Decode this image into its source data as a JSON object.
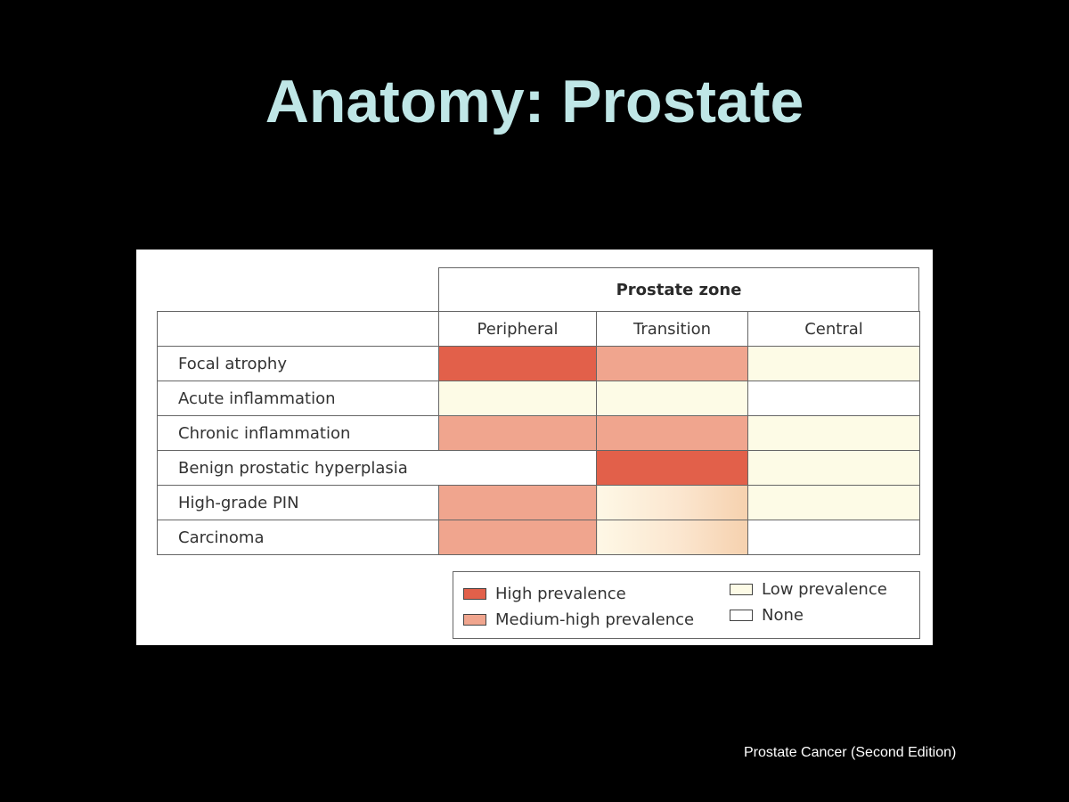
{
  "slide": {
    "title": "Anatomy: Prostate",
    "caption": "Prostate Cancer (Second Edition)"
  },
  "table": {
    "header": "Prostate zone",
    "zones": [
      "Peripheral",
      "Transition",
      "Central"
    ],
    "rows": [
      {
        "label": "Focal atrophy",
        "levels": [
          "high",
          "medium-high",
          "low"
        ]
      },
      {
        "label": "Acute inflammation",
        "levels": [
          "low",
          "low",
          "none"
        ]
      },
      {
        "label": "Chronic inflammation",
        "levels": [
          "medium-high",
          "medium-high",
          "low"
        ]
      },
      {
        "label": "Benign prostatic hyperplasia",
        "levels": [
          "none",
          "high",
          "low"
        ]
      },
      {
        "label": "High-grade PIN",
        "levels": [
          "medium-high",
          "low-gradient",
          "low"
        ]
      },
      {
        "label": "Carcinoma",
        "levels": [
          "medium-high",
          "low-gradient",
          "none"
        ]
      }
    ]
  },
  "legend": {
    "high": "High prevalence",
    "medium_high": "Medium-high prevalence",
    "low": "Low prevalence",
    "none": "None"
  },
  "colors": {
    "high": "#e2604a",
    "medium-high": "#f0a58e",
    "low": "#fdfbe6",
    "none": "#ffffff",
    "title": "#bfe6e6"
  }
}
